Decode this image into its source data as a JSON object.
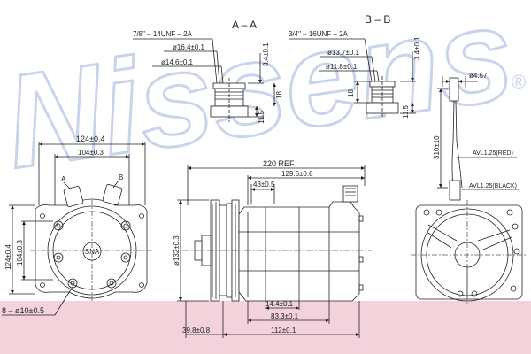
{
  "watermark": {
    "brand": "Nissens",
    "registered_mark": "®"
  },
  "colors": {
    "line": "#222222",
    "watermark": "#c9d3ea",
    "band": "#f3d2dc"
  },
  "section_aa": {
    "title": "A – A",
    "thread": "7/8\" – 14UNF – 2A",
    "dia_outer": "ø16.4±0.1",
    "dia_inner": "ø14.6±0.1",
    "dim_3_4": "3.4±0.1",
    "dim_18": "18",
    "dim_11_5": "11.5"
  },
  "section_bb": {
    "title": "B – B",
    "thread": "3/4\" – 16UNF – 2A",
    "dia_outer": "ø13.7±0.1",
    "dia_inner": "ø11.8±0.1",
    "dim_3_4": "3.4±0.1",
    "dim_18": "18",
    "dim_11_5": "11.5"
  },
  "front_view": {
    "width_outer": "124±0.4",
    "width_inner": "104±0.3",
    "height_outer": "124±0.4",
    "height_inner": "104±0.3",
    "port_a": "A",
    "port_b": "B",
    "holes": "8 – ø10±0.5",
    "center_mark": "SNA"
  },
  "side_view": {
    "ref_length": "220 REF",
    "len_129_5": "129.5±0.8",
    "len_43": "43±0.5",
    "dia_132": "ø132±0.3",
    "len_14_4": "14.4±0.1",
    "len_83_3": "83.3±0.1",
    "len_112": "112±0.1",
    "len_39_8": "39.8±0.8"
  },
  "rear_view": {
    "dia_4_57": "ø4.57",
    "cable_len": "310±10",
    "wire_red": "AVL1.25(RED)",
    "wire_black": "AVL1.25(BLACK)"
  }
}
